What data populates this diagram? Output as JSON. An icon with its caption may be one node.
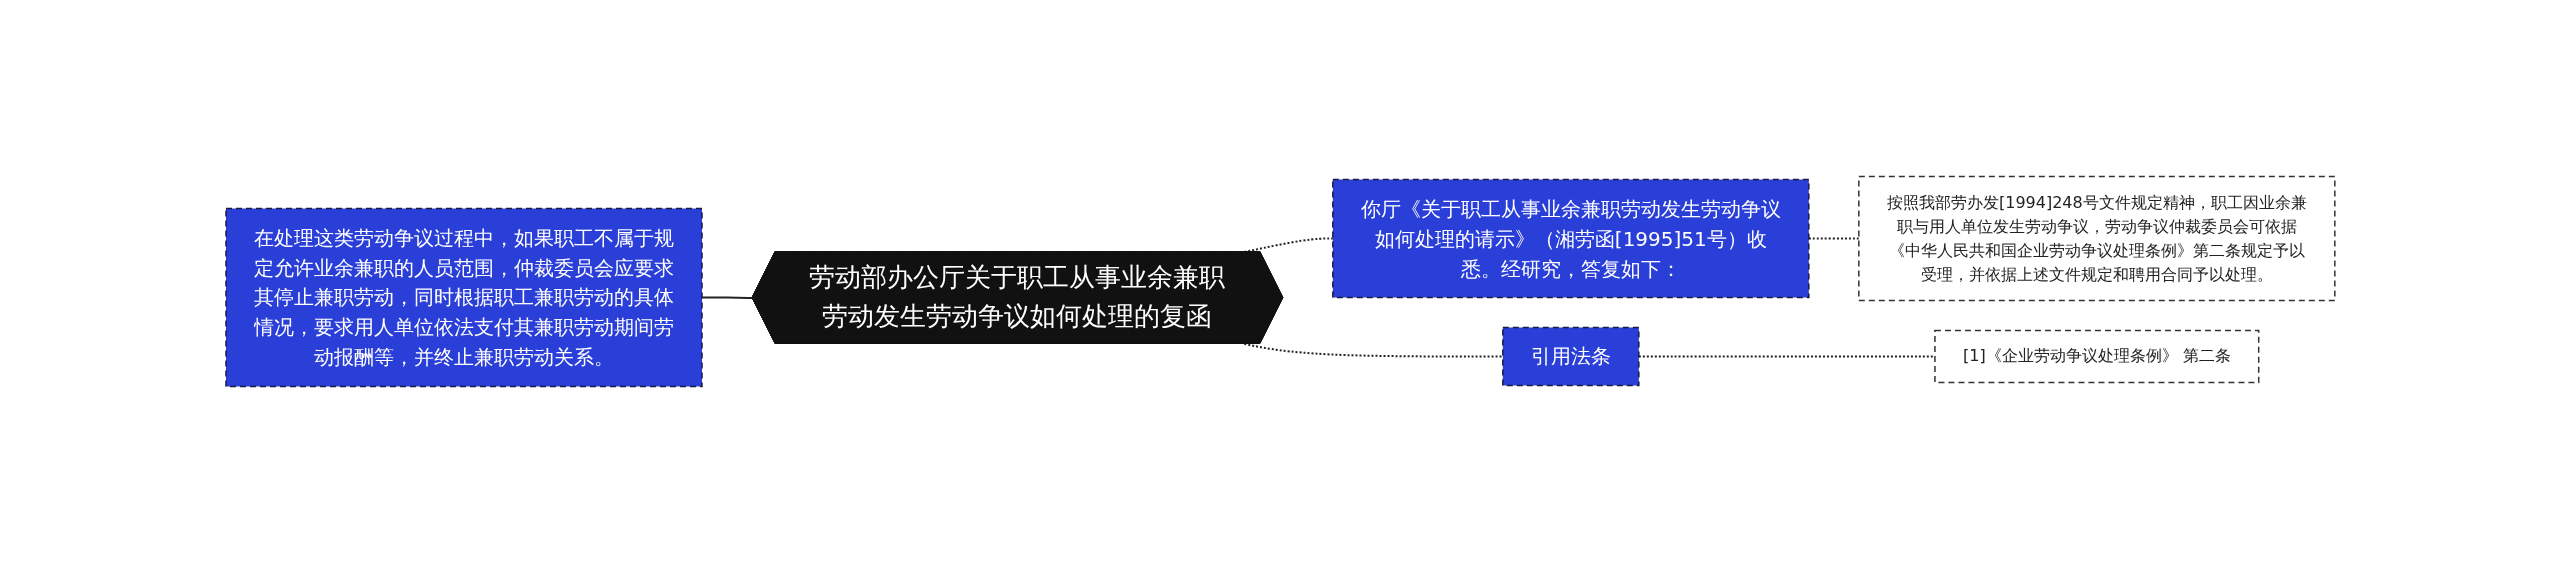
{
  "diagram": {
    "nodes": [
      {
        "text": [
          "在处理这类劳动争议过程中，如果职工不属于规定允许业余兼职的人员范围，仲裁委员会应要求其停止兼职劳动，同时根据职工兼职劳动的具体情况，要求用人单位依法支付其兼职劳动期间劳动报酬等，并终止兼职劳动关系。"
        ]
      },
      {
        "text": [
          "劳动部办公厅关于职工从事业余兼职劳动发生劳动争议如何处理的复函"
        ]
      },
      {
        "text": [
          "你厅《关于职工从事业余兼职劳动发生劳动争议如何处理的请示》（湘劳函[1995]51号）收悉。经研究，答复如下："
        ]
      },
      {
        "text": [
          "按照我部劳办发[1994]248号文件规定精神，职工因业余兼职与用人单位发生劳动争议，劳动争议仲裁委员会可依据《中华人民共和国企业劳动争议处理条例》第二条规定予以受理，并依据上述文件规定和聘用合同予以处理。"
        ]
      },
      {
        "text": [
          "引用法条"
        ]
      },
      {
        "text": [
          "[1]《企业劳动争议处理条例》 第二条"
        ]
      }
    ],
    "edges": [
      {
        "from": 0,
        "to": 1,
        "arrow": "none"
      },
      {
        "from": 1,
        "to": 2,
        "arrow": "none",
        "style": "dashed"
      },
      {
        "from": 2,
        "to": 3,
        "arrow": "none",
        "style": "dashed"
      },
      {
        "from": 1,
        "to": 4,
        "arrow": "none",
        "style": "dashed"
      },
      {
        "from": 4,
        "to": 5,
        "arrow": "none",
        "style": "dashed"
      }
    ]
  }
}
